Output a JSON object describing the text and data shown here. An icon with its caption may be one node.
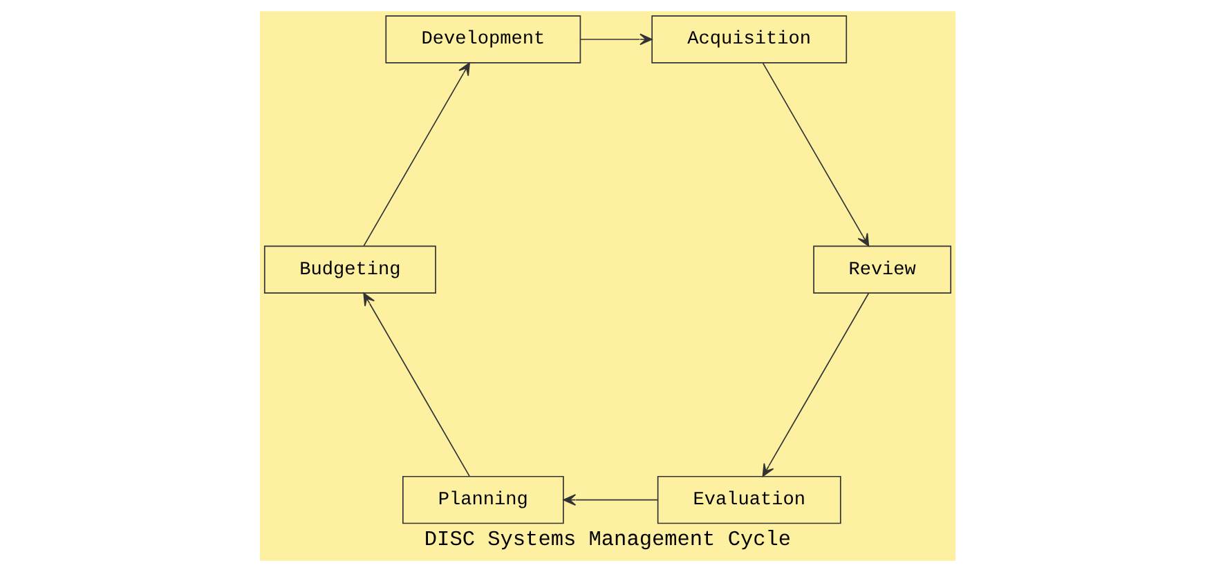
{
  "diagram": {
    "title": "DISC Systems Management Cycle",
    "nodes": [
      {
        "text": [
          "Evaluation"
        ]
      },
      {
        "text": [
          "Planning"
        ]
      },
      {
        "text": [
          "Budgeting"
        ]
      },
      {
        "text": [
          "Development"
        ]
      },
      {
        "text": [
          "Acquisition"
        ]
      },
      {
        "text": [
          "Review"
        ]
      }
    ],
    "edges": [
      {
        "from": 5,
        "to": 0,
        "arrow": "to"
      },
      {
        "from": 0,
        "to": 1,
        "arrow": "to"
      },
      {
        "from": 1,
        "to": 2,
        "arrow": "to"
      },
      {
        "from": 2,
        "to": 3,
        "arrow": "to"
      },
      {
        "from": 3,
        "to": 4,
        "arrow": "to"
      },
      {
        "from": 4,
        "to": 5,
        "arrow": "to"
      }
    ]
  }
}
